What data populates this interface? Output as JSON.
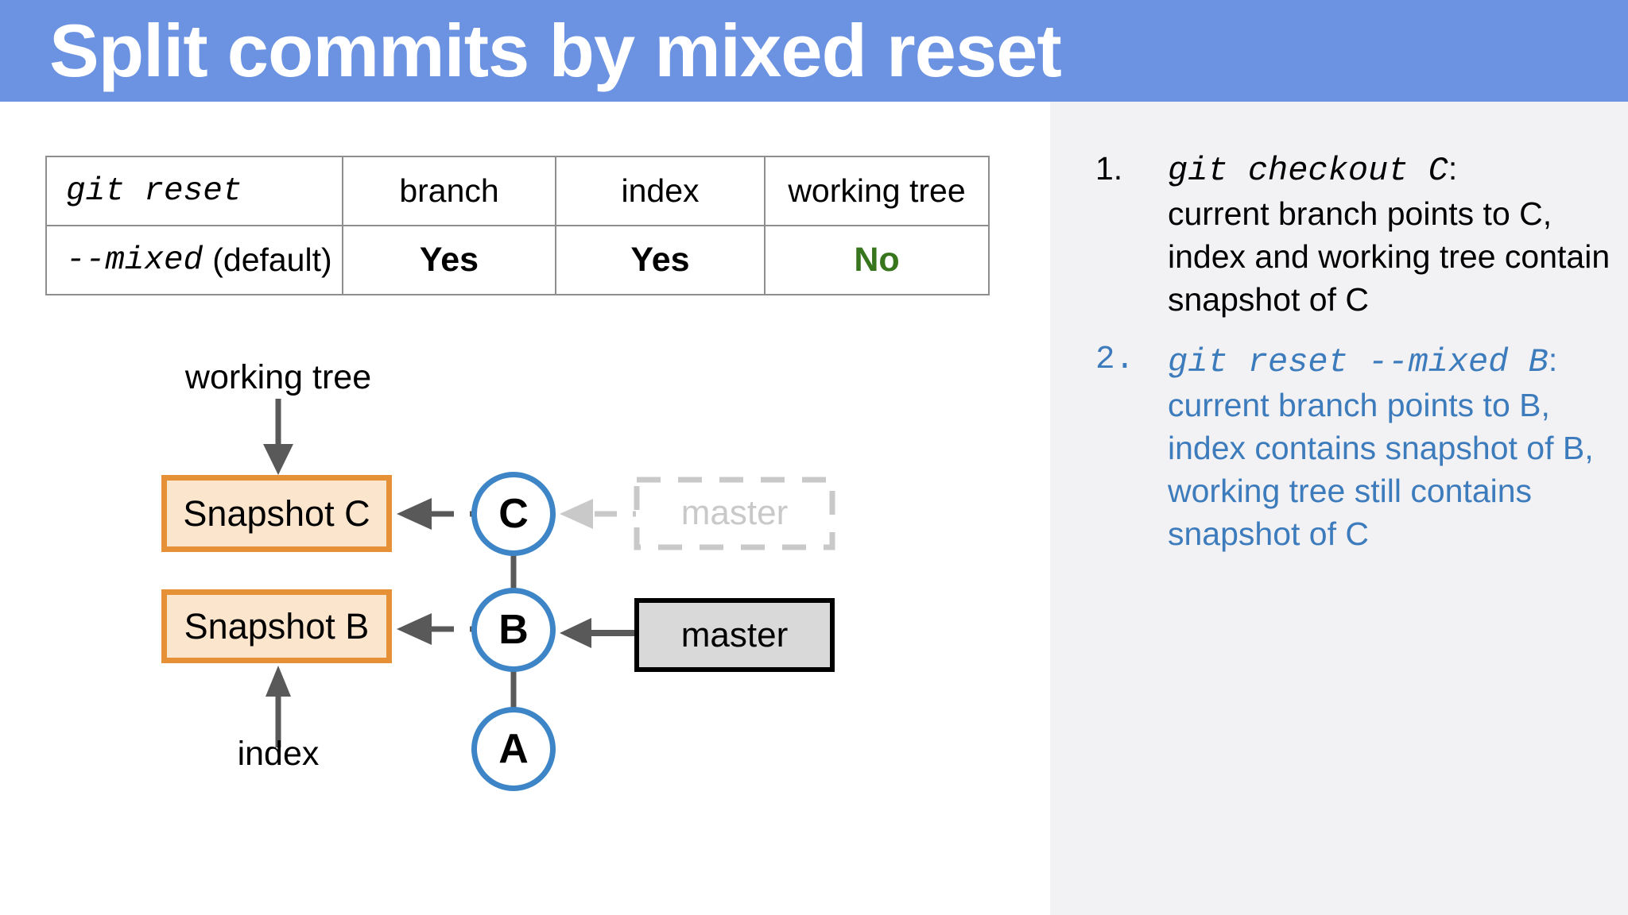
{
  "slide": {
    "title": "Split commits by mixed reset"
  },
  "table": {
    "corner": "git reset",
    "columns": [
      "branch",
      "index",
      "working tree"
    ],
    "row": {
      "flag": "--mixed",
      "flag_suffix": "(default)",
      "branch": "Yes",
      "index": "Yes",
      "working_tree": "No"
    }
  },
  "diagram": {
    "working_tree_label": "working tree",
    "index_label": "index",
    "snapshot_c_label": "Snapshot C",
    "snapshot_b_label": "Snapshot B",
    "commit_c": "C",
    "commit_b": "B",
    "commit_a": "A",
    "master_previous_label": "master",
    "master_current_label": "master"
  },
  "notes": {
    "items": [
      {
        "number": "1.",
        "command": "git checkout C",
        "separator": ":",
        "description": "current branch points to C, index and working tree contain snapshot of C"
      },
      {
        "number": "2.",
        "command": "git reset --mixed B",
        "separator": ":",
        "description": "current branch points to B, index contains snapshot of B, working tree still contains snapshot of C"
      }
    ]
  },
  "colors": {
    "header_bg": "#6B93E2",
    "title_text": "#FFFFFF",
    "sidebar_bg": "#F2F1F4",
    "table_border": "#8E8E8E",
    "no_green": "#38761D",
    "snapshot_fill": "#FCE5CD",
    "snapshot_border": "#E69138",
    "commit_blue": "#3D85C6",
    "master_fill": "#D9D9D9",
    "master_border": "#000000",
    "arrow_gray": "#595959",
    "ghost_gray": "#C9C9C9",
    "note_blue": "#3D7CBC"
  }
}
